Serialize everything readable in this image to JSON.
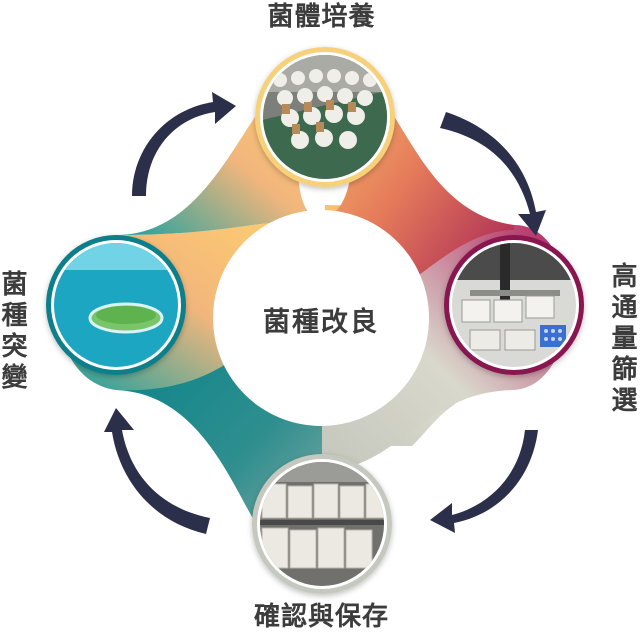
{
  "center": {
    "title": "菌種改良"
  },
  "stages": {
    "top": {
      "label": "菌體培養",
      "photo": "mushroom-bottles-on-rack-photo"
    },
    "right": {
      "label": "高通量篩選",
      "photo": "lab-automation-equipment-photo"
    },
    "bottom": {
      "label": "確認與保存",
      "photo": "storage-boxes-on-shelves-photo"
    },
    "left": {
      "label": "菌種突變",
      "photo": "petri-dish-green-culture-photo"
    }
  },
  "colors": {
    "top_band": "#f5b56d",
    "right_band": "#a3195b",
    "bottom_band": "#c9cbc0",
    "left_band": "#0f8f93",
    "arrow": "#2c2f4a",
    "text": "#3c3c3c"
  }
}
